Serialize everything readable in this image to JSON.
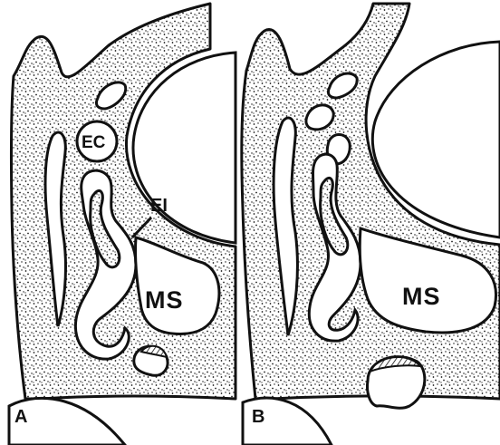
{
  "figure": {
    "panels": [
      {
        "label": "A",
        "structures": {
          "ec": "EC",
          "ei": "EI",
          "ms": "MS"
        }
      },
      {
        "label": "B",
        "structures": {
          "ms": "MS"
        }
      }
    ],
    "colors": {
      "ink": "#111111",
      "paper": "#ffffff"
    }
  }
}
